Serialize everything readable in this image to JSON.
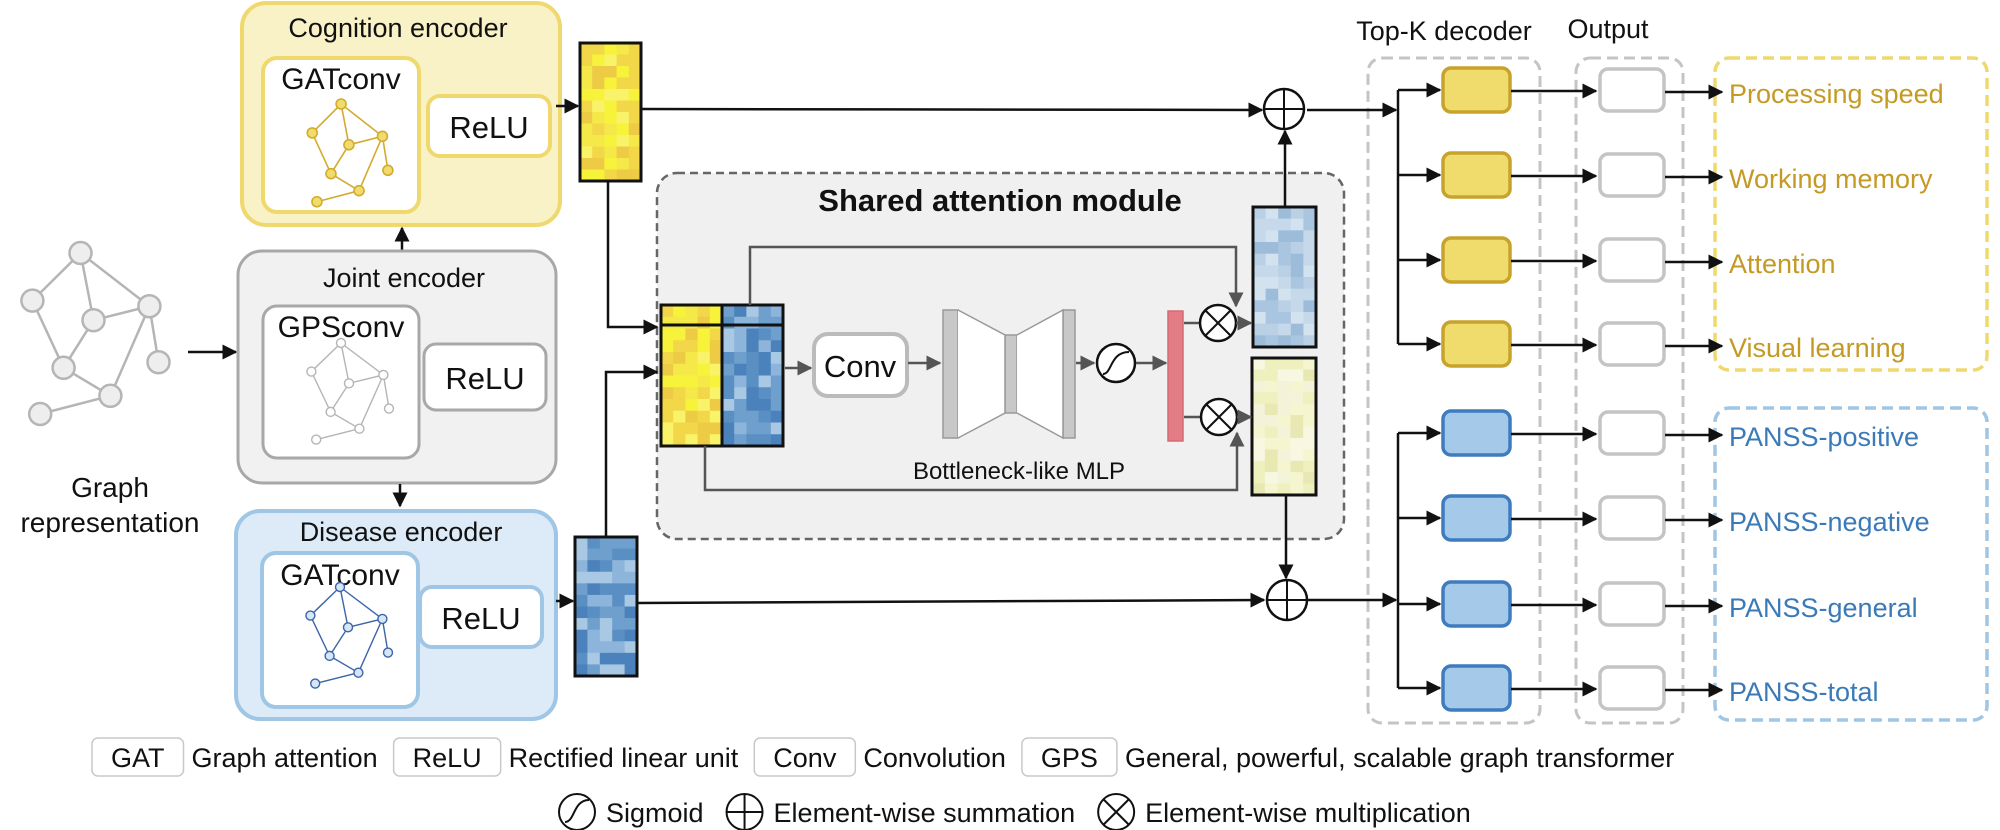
{
  "colors": {
    "yellow_fill": "#f8f2c6",
    "yellow_stroke": "#efd96e",
    "yellow_text": "#c49a24",
    "yellow_box_fill": "#efdc6c",
    "yellow_box_stroke": "#c7a32c",
    "gray_fill": "#f1f1f1",
    "gray_stroke": "#a8a8a8",
    "blue_fill": "#dcebf7",
    "blue_stroke": "#9fc6e4",
    "blue_text": "#3a7ab8",
    "blue_box_fill": "#a5c9e8",
    "blue_box_stroke": "#3f7cbf",
    "graph_gold": "#d3ab2e",
    "graph_blue": "#3c64a8",
    "graph_gray": "#b5b5b5",
    "red_bar": "#e27d86",
    "module_fill": "#f0f0f0",
    "module_stroke": "#666666",
    "dash_gray": "#c4c4c4"
  },
  "input": {
    "label_line1": "Graph",
    "label_line2": "representation"
  },
  "encoders": {
    "cognition": {
      "title": "Cognition encoder",
      "conv_label": "GATconv",
      "act_label": "ReLU"
    },
    "joint": {
      "title": "Joint encoder",
      "conv_label": "GPSconv",
      "act_label": "ReLU"
    },
    "disease": {
      "title": "Disease encoder",
      "conv_label": "GATconv",
      "act_label": "ReLU"
    }
  },
  "shared_module": {
    "title": "Shared attention module",
    "conv_label": "Conv",
    "mlp_label": "Bottleneck-like MLP"
  },
  "decoder": {
    "title": "Top-K decoder",
    "output_title": "Output",
    "cognition_outputs": [
      "Processing speed",
      "Working memory",
      "Attention",
      "Visual learning"
    ],
    "disease_outputs": [
      "PANSS-positive",
      "PANSS-negative",
      "PANSS-general",
      "PANSS-total"
    ]
  },
  "legend": {
    "row1": [
      {
        "key": "GAT",
        "desc": "Graph attention"
      },
      {
        "key": "ReLU",
        "desc": "Rectified linear unit"
      },
      {
        "key": "Conv",
        "desc": "Convolution"
      },
      {
        "key": "GPS",
        "desc": "General, powerful, scalable graph transformer"
      }
    ],
    "row2": [
      {
        "symbol": "sigmoid-icon",
        "desc": "Sigmoid"
      },
      {
        "symbol": "sum-icon",
        "desc": "Element-wise summation"
      },
      {
        "symbol": "multiply-icon",
        "desc": "Element-wise multiplication"
      }
    ]
  }
}
